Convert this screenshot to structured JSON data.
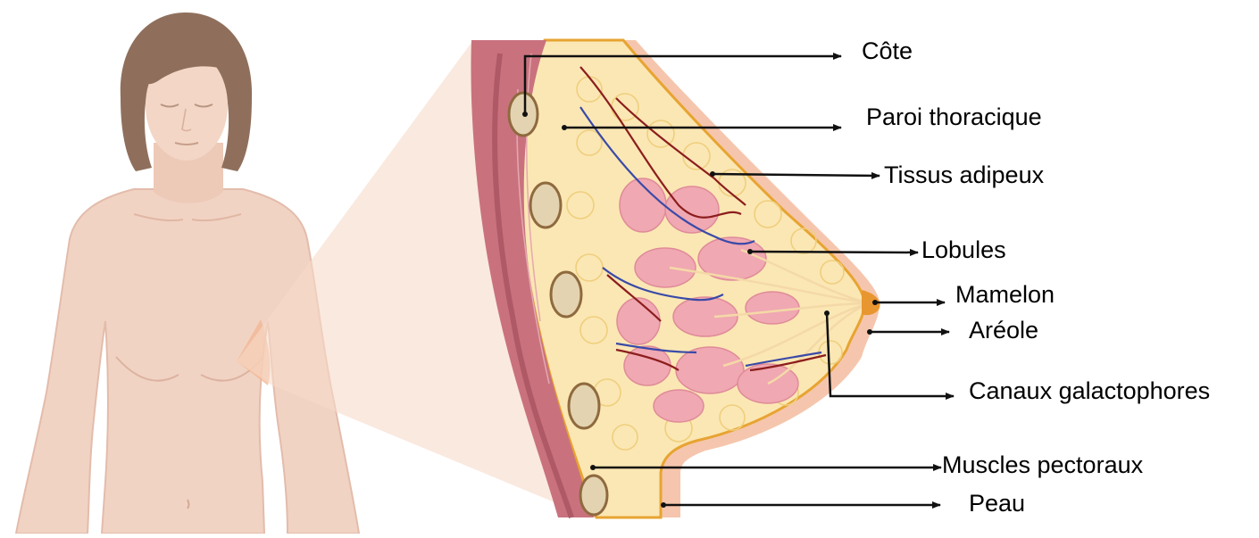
{
  "labels": {
    "cote": "Côte",
    "paroi": "Paroi thoracique",
    "tissus": "Tissus adipeux",
    "lobules": "Lobules",
    "mamelon": "Mamelon",
    "areole": "Aréole",
    "canaux": "Canaux galactophores",
    "muscles": "Muscles pectoraux",
    "peau": "Peau"
  }
}
